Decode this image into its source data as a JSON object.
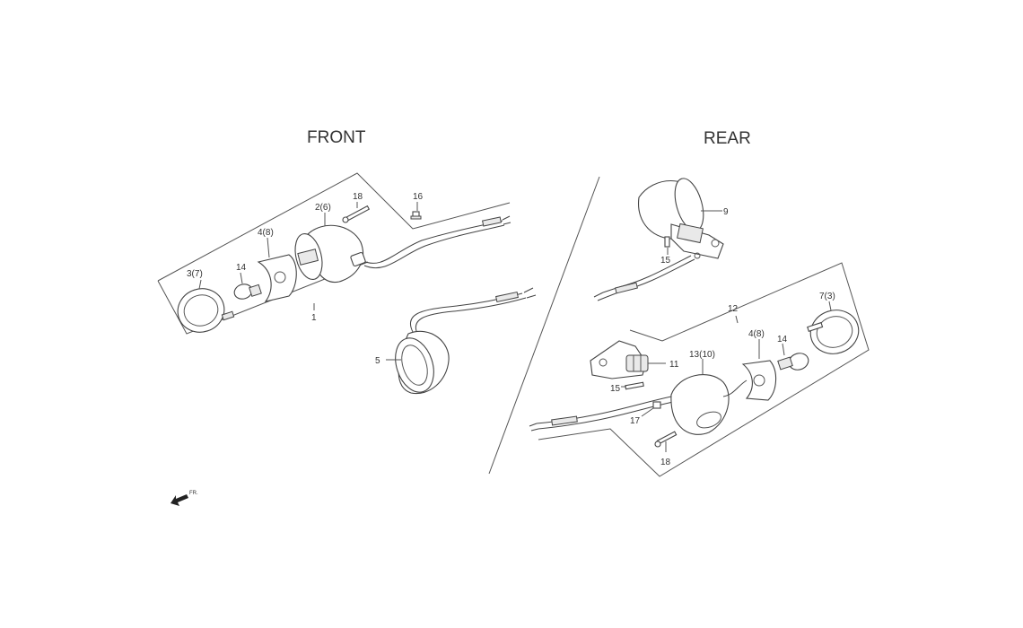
{
  "sections": {
    "front": "FRONT",
    "rear": "REAR"
  },
  "callouts": {
    "front_lens": "3(7)",
    "front_bulb": "14",
    "front_socket_plate": "4(8)",
    "front_housing": "2(6)",
    "front_screw": "18",
    "front_bolt": "16",
    "front_assembly": "1",
    "front_right_lamp": "5",
    "rear_left_lamp": "9",
    "rear_left_collar": "15",
    "rear_assembly": "12",
    "rear_lens": "7(3)",
    "rear_socket_plate": "4(8)",
    "rear_bulb": "14",
    "rear_housing": "13(10)",
    "rear_bracket": "11",
    "rear_collar": "15",
    "rear_bolt": "17",
    "rear_screw": "18"
  },
  "direction": {
    "label": "FR.",
    "icon": "front-direction-arrow-icon"
  },
  "colors": {
    "line": "#444444",
    "text": "#333333",
    "background": "#ffffff"
  }
}
